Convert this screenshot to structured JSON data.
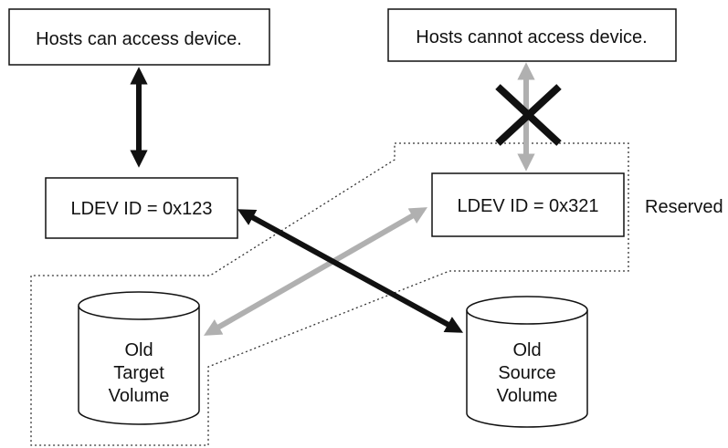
{
  "hosts_access": {
    "label": "Hosts can access device."
  },
  "hosts_no_access": {
    "label": "Hosts cannot access device."
  },
  "ldev_left": {
    "label": "LDEV ID = 0x123"
  },
  "ldev_right": {
    "label": "LDEV ID = 0x321"
  },
  "reserved": {
    "label": "Reserved"
  },
  "old_target": {
    "lines": [
      "Old",
      "Target",
      "Volume"
    ]
  },
  "old_source": {
    "lines": [
      "Old",
      "Source",
      "Volume"
    ]
  },
  "colors": {
    "black_arrow": "#111111",
    "gray_arrow": "#b0b0b0",
    "box_border": "#111111"
  }
}
